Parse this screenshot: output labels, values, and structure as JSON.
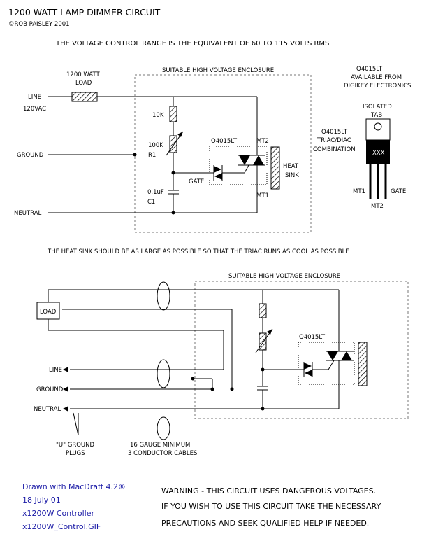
{
  "title": "1200  WATT  LAMP DIMMER CIRCUIT",
  "copyright": "©ROB PAISLEY 2001",
  "voltage_note": "THE VOLTAGE CONTROL RANGE IS THE EQUIVALENT OF 60 TO 115 VOLTS RMS",
  "heatsink_note": "THE HEAT SINK SHOULD BE AS LARGE AS POSSIBLE SO THAT THE TRIAC RUNS AS COOL AS POSSIBLE",
  "top": {
    "load_label_1": "1200 WATT",
    "load_label_2": "LOAD",
    "enclosure_label": "SUITABLE HIGH VOLTAGE ENCLOSURE",
    "line_label": "LINE",
    "line_voltage": "120VAC",
    "ground_label": "GROUND",
    "neutral_label": "NEUTRAL",
    "r_fixed": "10K",
    "r_var_value": "100K",
    "r_var_name": "R1",
    "cap_value": "0.1uF",
    "cap_name": "C1",
    "gate_label": "GATE",
    "triac_part": "Q4015LT",
    "mt2_label": "MT2",
    "mt1_label": "MT1",
    "heat_label": "HEAT",
    "sink_label": "SINK"
  },
  "package": {
    "part": "Q4015LT",
    "avail_1": "AVAILABLE FROM",
    "avail_2": "DIGIKEY ELECTRONICS",
    "tab_1": "ISOLATED",
    "tab_2": "TAB",
    "side_1": "Q4015LT",
    "side_2": "TRIAC/DIAC",
    "side_3": "COMBINATION",
    "body_mark": "XXX",
    "pin_mt1": "MT1",
    "pin_mt2": "MT2",
    "pin_gate": "GATE"
  },
  "bottom": {
    "enclosure_label": "SUITABLE HIGH VOLTAGE ENCLOSURE",
    "load_label": "LOAD",
    "line_label": "LINE",
    "ground_label": "GROUND",
    "neutral_label": "NEUTRAL",
    "triac_part": "Q4015LT",
    "plugs_1": "\"U\" GROUND",
    "plugs_2": "PLUGS",
    "cables_1": "16 GAUGE MINIMUM",
    "cables_2": "3 CONDUCTOR CABLES"
  },
  "footer": {
    "drawn_with": "Drawn with MacDraft 4.2®",
    "date": "18 July 01",
    "file_1": "x1200W Controller",
    "file_2": "x1200W_Control.GIF",
    "warning_1": "WARNING - THIS CIRCUIT USES DANGEROUS VOLTAGES.",
    "warning_2": "IF YOU WISH TO USE THIS CIRCUIT TAKE THE NECESSARY",
    "warning_3": "PRECAUTIONS AND SEEK QUALIFIED HELP IF NEEDED."
  }
}
